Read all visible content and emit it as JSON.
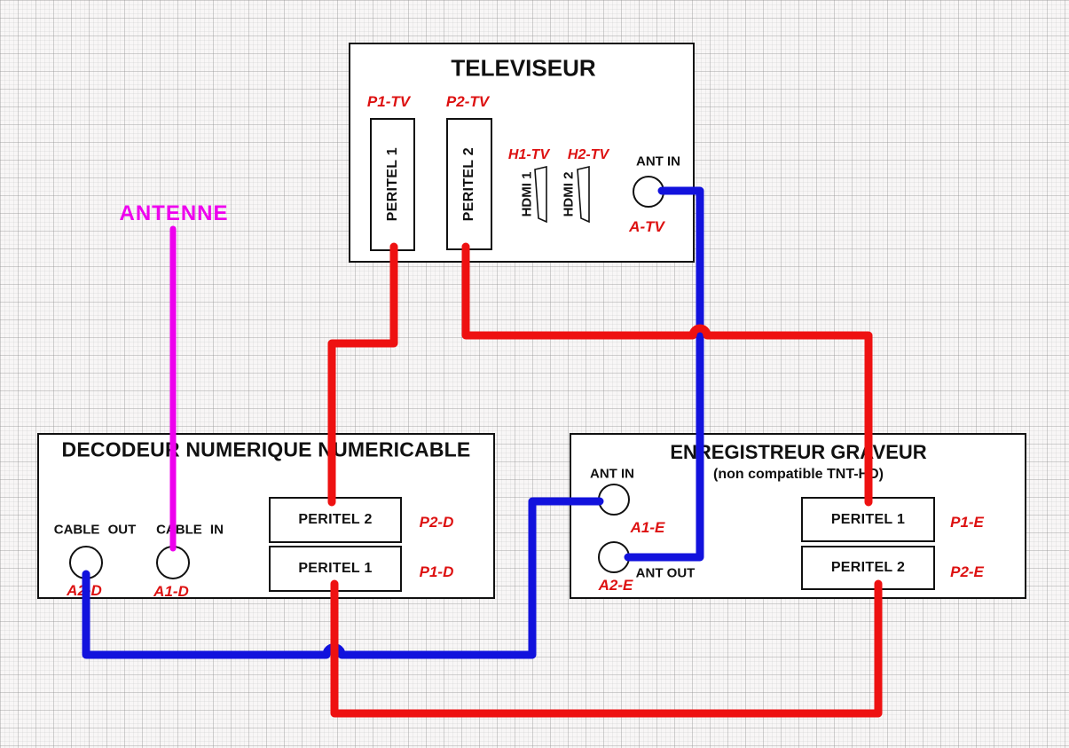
{
  "colors": {
    "red": "#ee1111",
    "blue": "#1212dd",
    "magenta": "#ee00ee",
    "tag_red": "#dd1111"
  },
  "tv": {
    "title": "TELEVISEUR",
    "peritel1": "PERITEL 1",
    "peritel1_tag": "P1-TV",
    "peritel2": "PERITEL 2",
    "peritel2_tag": "P2-TV",
    "hdmi1": "HDMI 1",
    "hdmi1_tag": "H1-TV",
    "hdmi2": "HDMI 2",
    "hdmi2_tag": "H2-TV",
    "ant_in": "ANT IN",
    "ant_in_tag": "A-TV"
  },
  "antenna": {
    "label": "ANTENNE"
  },
  "decoder": {
    "title": "DECODEUR NUMERIQUE NUMERICABLE",
    "cable_out": "CABLE OUT",
    "cable_out_tag": "A2-D",
    "cable_in": "CABLE IN",
    "cable_in_tag": "A1-D",
    "peritel2": "PERITEL 2",
    "peritel2_tag": "P2-D",
    "peritel1": "PERITEL 1",
    "peritel1_tag": "P1-D"
  },
  "recorder": {
    "title": "ENREGISTREUR GRAVEUR",
    "subtitle": "(non compatible TNT-HD)",
    "ant_in": "ANT IN",
    "ant_in_tag": "A1-E",
    "ant_out": "ANT OUT",
    "ant_out_tag": "A2-E",
    "peritel1": "PERITEL 1",
    "peritel1_tag": "P1-E",
    "peritel2": "PERITEL 2",
    "peritel2_tag": "P2-E"
  },
  "connections": [
    {
      "from": "TV PERITEL 1 (P1-TV)",
      "to": "Decodeur PERITEL 2 (P2-D)",
      "color": "red"
    },
    {
      "from": "TV PERITEL 2 (P2-TV)",
      "to": "Enregistreur PERITEL 1 (P1-E)",
      "color": "red"
    },
    {
      "from": "Decodeur PERITEL 1 (P1-D)",
      "to": "Enregistreur PERITEL 2 (P2-E)",
      "color": "red"
    },
    {
      "from": "TV ANT IN (A-TV)",
      "to": "Enregistreur ANT OUT (A2-E)",
      "color": "blue"
    },
    {
      "from": "Decodeur CABLE OUT (A2-D)",
      "to": "Enregistreur ANT IN (A1-E)",
      "color": "blue"
    },
    {
      "from": "ANTENNE",
      "to": "Decodeur CABLE IN (A1-D)",
      "color": "magenta"
    }
  ]
}
